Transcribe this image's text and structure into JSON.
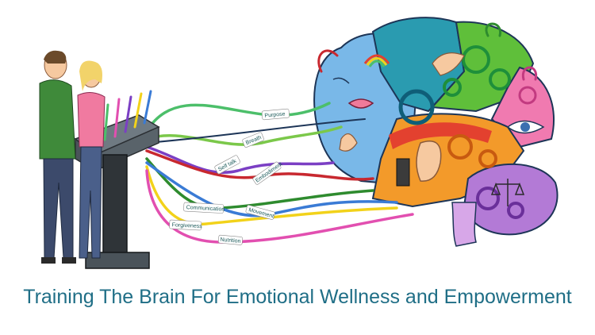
{
  "title": "Training The Brain For Emotional Wellness and Empowerment",
  "labels": {
    "purpose": "Purpose",
    "breath": "Breath",
    "self_talk": "Self talk",
    "embodiment": "Embodiment",
    "communication": "Communication",
    "movement": "Movement",
    "forgiveness": "Forgiveness",
    "nutrition": "Nutrition"
  },
  "colors": {
    "title": "#1f6e86",
    "wire_green": "#4cbf6a",
    "wire_darkgreen": "#2e8b2e",
    "wire_purple": "#7b3fc4",
    "wire_red": "#c8282f",
    "wire_yellow": "#f2d21a",
    "wire_blue": "#3a7bd5",
    "wire_pink": "#e24fb0"
  }
}
